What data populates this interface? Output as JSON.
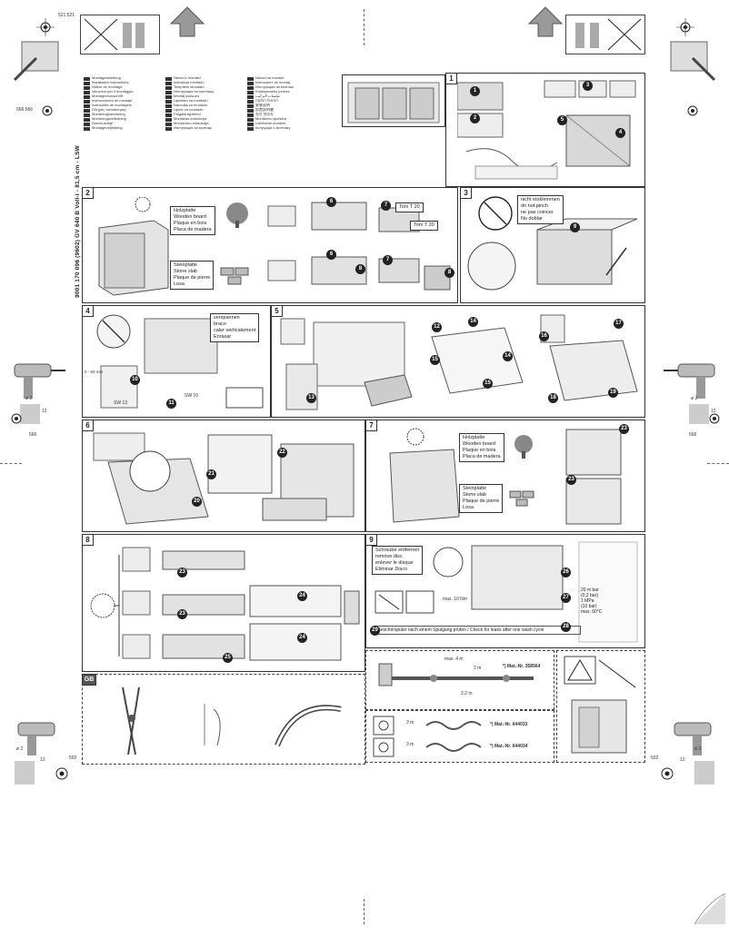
{
  "crop_marks": {
    "top_dim": "521.521",
    "left_dim": "566.566",
    "mid_left": "566",
    "mid_right": "566",
    "bottom_left": "502",
    "bottom_right": "502",
    "dia_label": "ø 2",
    "depth_label": "12"
  },
  "doc_title": "9001 170 096 (9602) GV 640 B Voll-I - 81,5 cm - LSW",
  "languages": {
    "col1": [
      "Montageanleitung",
      "Installation instructions",
      "Notice de montage",
      "Istruzioni per il montaggio",
      "Montagevoorschrift",
      "Instrucciones de montaje",
      "Instruções de montagem",
      "Οδηγίες τοποθέτησης",
      "Monteringsanvisning",
      "Monteringsveiledning",
      "Asennusohje",
      "Montagevejledning"
    ],
    "col2": [
      "Návod k montáži",
      "Instrukcja montażu",
      "Telepítési útmutató",
      "Инструкция по монтажу",
      "Montaj kılavuzu",
      "Uputstvo za montažu",
      "Navodila za montažo",
      "Upute za montažu",
      "Paigaldusjuhend",
      "Montāžas instrukcija",
      "Montavimo instrukcija",
      "Инструкция за монтаж"
    ],
    "col3": [
      "Návod na montáž",
      "Instrucţiuni de montaj",
      "Инструкции за монтаж",
      "Kokkupaneku juhend",
      "تعليمات التركيب",
      "הוראות התקנה",
      "安装说明",
      "設置説明書",
      "설치 설명서",
      "Montažna uputstva",
      "Udhëzime montimi",
      "Інструкція з монтажу"
    ]
  },
  "panels": {
    "p1": "1",
    "p2": "2",
    "p3": "3",
    "p4": "4",
    "p5": "5",
    "p6": "6",
    "p7": "7",
    "p8": "8",
    "p9": "9",
    "gb": "GB"
  },
  "p2_wood": [
    "Holzplatte",
    "Wooden board",
    "Plaque en bois",
    "Placa de madera"
  ],
  "p2_stone": [
    "Steinplatte",
    "Stone slab",
    "Plaque de pierre",
    "Losa"
  ],
  "p2_torx1": "Torx T 20",
  "p2_torx2": "Torx T 20",
  "p3_warn": [
    "nicht einklemmen",
    "do not pinch",
    "ne pas coincer",
    "No doblar"
  ],
  "p4_anchor": [
    "verspannen",
    "braco",
    "caler verticalement",
    "Enrasar"
  ],
  "p4_sw13": "SW 13",
  "p4_sw10": "SW 10",
  "p4_range": "0 - 60 mm",
  "p7_wood": [
    "Holzplatte",
    "Wooden board",
    "Plaque en bois",
    "Placa de madera"
  ],
  "p7_stone": [
    "Steinplatte",
    "Stone slab",
    "Plaque de pierre",
    "Losa"
  ],
  "p9_remove": [
    "Schraube entfernen",
    "remove disc",
    "enlever le disque",
    "Eliminar Disco"
  ],
  "p9_rinse": "Geschirrspüler nach einem Spülgang prüfen / Check for leaks after one wash cycle",
  "p9_max": "max. 10 Nm",
  "hose": {
    "max_len": "max. 4 m",
    "hose_len": "2 m",
    "ext_len": "2,2 m",
    "mat1": "*) Mat.-Nr. 358564",
    "mat2": "*) Mat.-Nr. 644033",
    "mat3": "*) Mat.-Nr. 644034",
    "len3": "3 m"
  },
  "pressure": [
    "20 m bar",
    "(0,2 bar)",
    "1 MPa",
    "(10 bar)",
    "max. 60°C"
  ],
  "steps": [
    "1",
    "2",
    "3",
    "4",
    "5",
    "6",
    "7",
    "8",
    "9",
    "10",
    "11",
    "12",
    "13",
    "14",
    "15",
    "16",
    "17",
    "18",
    "19",
    "20",
    "21",
    "22",
    "23",
    "24",
    "25",
    "26",
    "27",
    "28",
    "29"
  ]
}
